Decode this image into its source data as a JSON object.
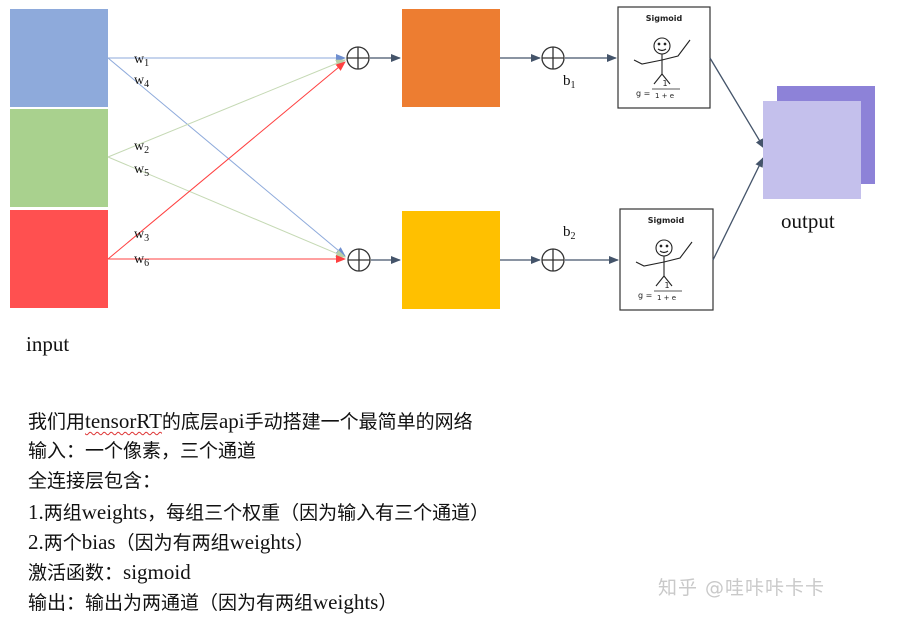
{
  "weights": {
    "w1": {
      "base": "w",
      "sub": "1"
    },
    "w2": {
      "base": "w",
      "sub": "2"
    },
    "w3": {
      "base": "w",
      "sub": "3"
    },
    "w4": {
      "base": "w",
      "sub": "4"
    },
    "w5": {
      "base": "w",
      "sub": "5"
    },
    "w6": {
      "base": "w",
      "sub": "6"
    }
  },
  "biases": {
    "b1": {
      "base": "b",
      "sub": "1"
    },
    "b2": {
      "base": "b",
      "sub": "2"
    }
  },
  "sigmoid": {
    "title": "Sigmoid",
    "formula_num": "1",
    "formula_lhs": "g =",
    "formula_den": "1 + e"
  },
  "labels": {
    "input": "input",
    "output": "output"
  },
  "colors": {
    "input_blue": "#8eaadb",
    "input_green": "#a9d18e",
    "input_red": "#ff5050",
    "neuron_orange": "#ed7d31",
    "neuron_yellow": "#ffc000",
    "output_front": "#c4c0ec",
    "output_back": "#8d82d8",
    "line_blue": "#8eaadb",
    "line_green": "#c5d9b4",
    "line_red": "#ff4040",
    "arrow_gray": "#44546a"
  },
  "text_lines": {
    "line1_a": "我们用",
    "line1_b": "tensorRT",
    "line1_c": "的底层",
    "line1_d": "api",
    "line1_e": "手动搭建一个最简单的网络",
    "line2": "输入：一个像素，三个通道",
    "line3": "全连接层包含：",
    "line4_a": "1.",
    "line4_b": "两组",
    "line4_c": "weights",
    "line4_d": "，每组三个权重（因为输入有三个通道）",
    "line5_a": "2.",
    "line5_b": "两个",
    "line5_c": "bias",
    "line5_d": "（因为有两组",
    "line5_e": "weights",
    "line5_f": "）",
    "line6_a": "激活函数：",
    "line6_b": "sigmoid",
    "line7_a": "输出：输出为两通道（因为有两组",
    "line7_b": "weights",
    "line7_c": "）"
  },
  "watermark": "知乎 @哇咔咔卡卡"
}
